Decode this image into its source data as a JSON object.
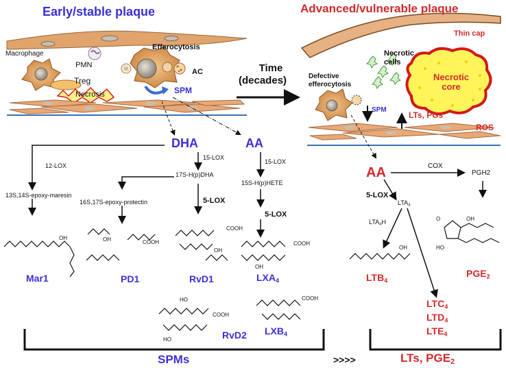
{
  "left_panel": {
    "title": "Early/stable plaque",
    "cells": {
      "macrophage": "Macrophage",
      "pmn": "PMN",
      "efferocytosis": "Efferocytosis",
      "ac": "AC",
      "treg": "Treg",
      "necrosis": "Necrosis",
      "spm": "SPM"
    }
  },
  "transition": {
    "line1": "Time",
    "line2": "(decades)"
  },
  "right_panel": {
    "title": "Advanced/vulnerable plaque",
    "thin_cap": "Thin cap",
    "necrotic_cells": "Necrotic cells",
    "necrotic_core": "Necrotic core",
    "defective": "Defective efferocytosis",
    "spm_down": "SPM",
    "lts_pgs": "LTs, PGs",
    "ros": "ROS"
  },
  "left_pathway": {
    "dha": "DHA",
    "aa": "AA",
    "lox12": "12-LOX",
    "lox15_dha": "15-LOX",
    "lox15_aa": "15-LOX",
    "h_dha": "17S-H(p)DHA",
    "h_aa": "15S-H(p)HETE",
    "epoxy_maresin": "13S,14S-epoxy-maresin",
    "epoxy_protectin": "16S,17S-epoxy-protectin",
    "lox5_a": "5-LOX",
    "lox5_b": "5-LOX",
    "mar1": "Mar1",
    "pd1": "PD1",
    "rvd1": "RvD1",
    "lxa4": "LXA",
    "lxa4_sub": "4",
    "rvd2": "RvD2",
    "lxb4": "LXB",
    "lxb4_sub": "4",
    "cooh": "COOH",
    "oh": "OH",
    "ho": "HO"
  },
  "right_pathway": {
    "aa": "AA",
    "cox": "COX",
    "pgh2": "PGH2",
    "lox5": "5-LOX",
    "lta4": "LTA",
    "lta4_sub": "4",
    "lta4h": "LTA",
    "lta4h_sub": "4",
    "lta4h_suffix": "H",
    "ltb4": "LTB",
    "ltb4_sub": "4",
    "pge2": "PGE",
    "pge2_sub": "2",
    "ltc4": "LTC",
    "ltc4_sub": "4",
    "ltd4": "LTD",
    "ltd4_sub": "4",
    "lte4": "LTE",
    "lte4_sub": "4",
    "o": "O",
    "oh": "OH",
    "ho": "HO"
  },
  "footer": {
    "spms": "SPMs",
    "arrows": ">>>>",
    "lts_pge": "LTs, PGE",
    "lts_pge_sub": "2"
  },
  "colors": {
    "blue": "#3a2fd6",
    "red": "#d12a2a",
    "cell": "#d99a5b",
    "smc": "#e8a878",
    "vessel": "#3b6fb3",
    "core_fill": "#fff45a",
    "core_edge": "#d41818"
  }
}
